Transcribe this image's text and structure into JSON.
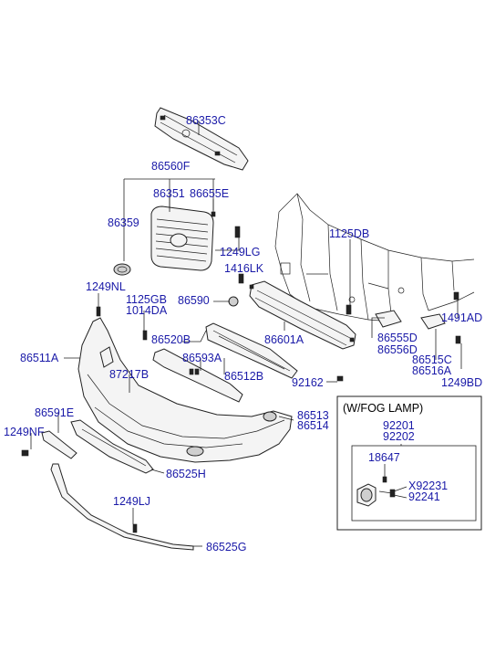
{
  "labels": {
    "p86353C": "86353C",
    "p86560F": "86560F",
    "p86351": "86351",
    "p86655E": "86655E",
    "p86359": "86359",
    "p1249LG": "1249LG",
    "p1125DB": "1125DB",
    "p1416LK": "1416LK",
    "p86590": "86590",
    "p1249NL": "1249NL",
    "p1125GB": "1125GB",
    "p1014DA": "1014DA",
    "p86601A": "86601A",
    "p1491AD": "1491AD",
    "p86520B": "86520B",
    "p86593A": "86593A",
    "p86511A": "86511A",
    "p87217B": "87217B",
    "p86512B": "86512B",
    "p86555D": "86555D",
    "p86556D": "86556D",
    "p86515C": "86515C",
    "p86516A": "86516A",
    "p92162": "92162",
    "p1249BD": "1249BD",
    "p86591E": "86591E",
    "p86513": "86513",
    "p86514": "86514",
    "p1249NF": "1249NF",
    "p86525H": "86525H",
    "p1249LJ": "1249LJ",
    "p86525G": "86525G"
  },
  "fog_lamp_box": {
    "title": "(W/FOG LAMP)",
    "p92201": "92201",
    "p92202": "92202",
    "p18647": "18647",
    "pX92231": "X92231",
    "p92241": "92241"
  },
  "colors": {
    "label_text": "#1a1aa8",
    "linework": "#222222",
    "background": "#ffffff"
  }
}
